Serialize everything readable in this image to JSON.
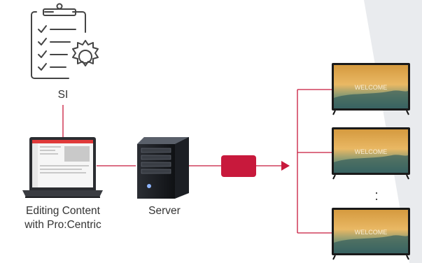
{
  "nodes": {
    "si": "SI",
    "editor": [
      "Editing Content",
      "with Pro:Centric"
    ],
    "server": "Server",
    "tv_screen_text": "WELCOME",
    "more_marker": ":"
  },
  "colors": {
    "connector": "#c8193c",
    "packet": "#c8193c",
    "corner_shade": "#e6e8ec"
  }
}
